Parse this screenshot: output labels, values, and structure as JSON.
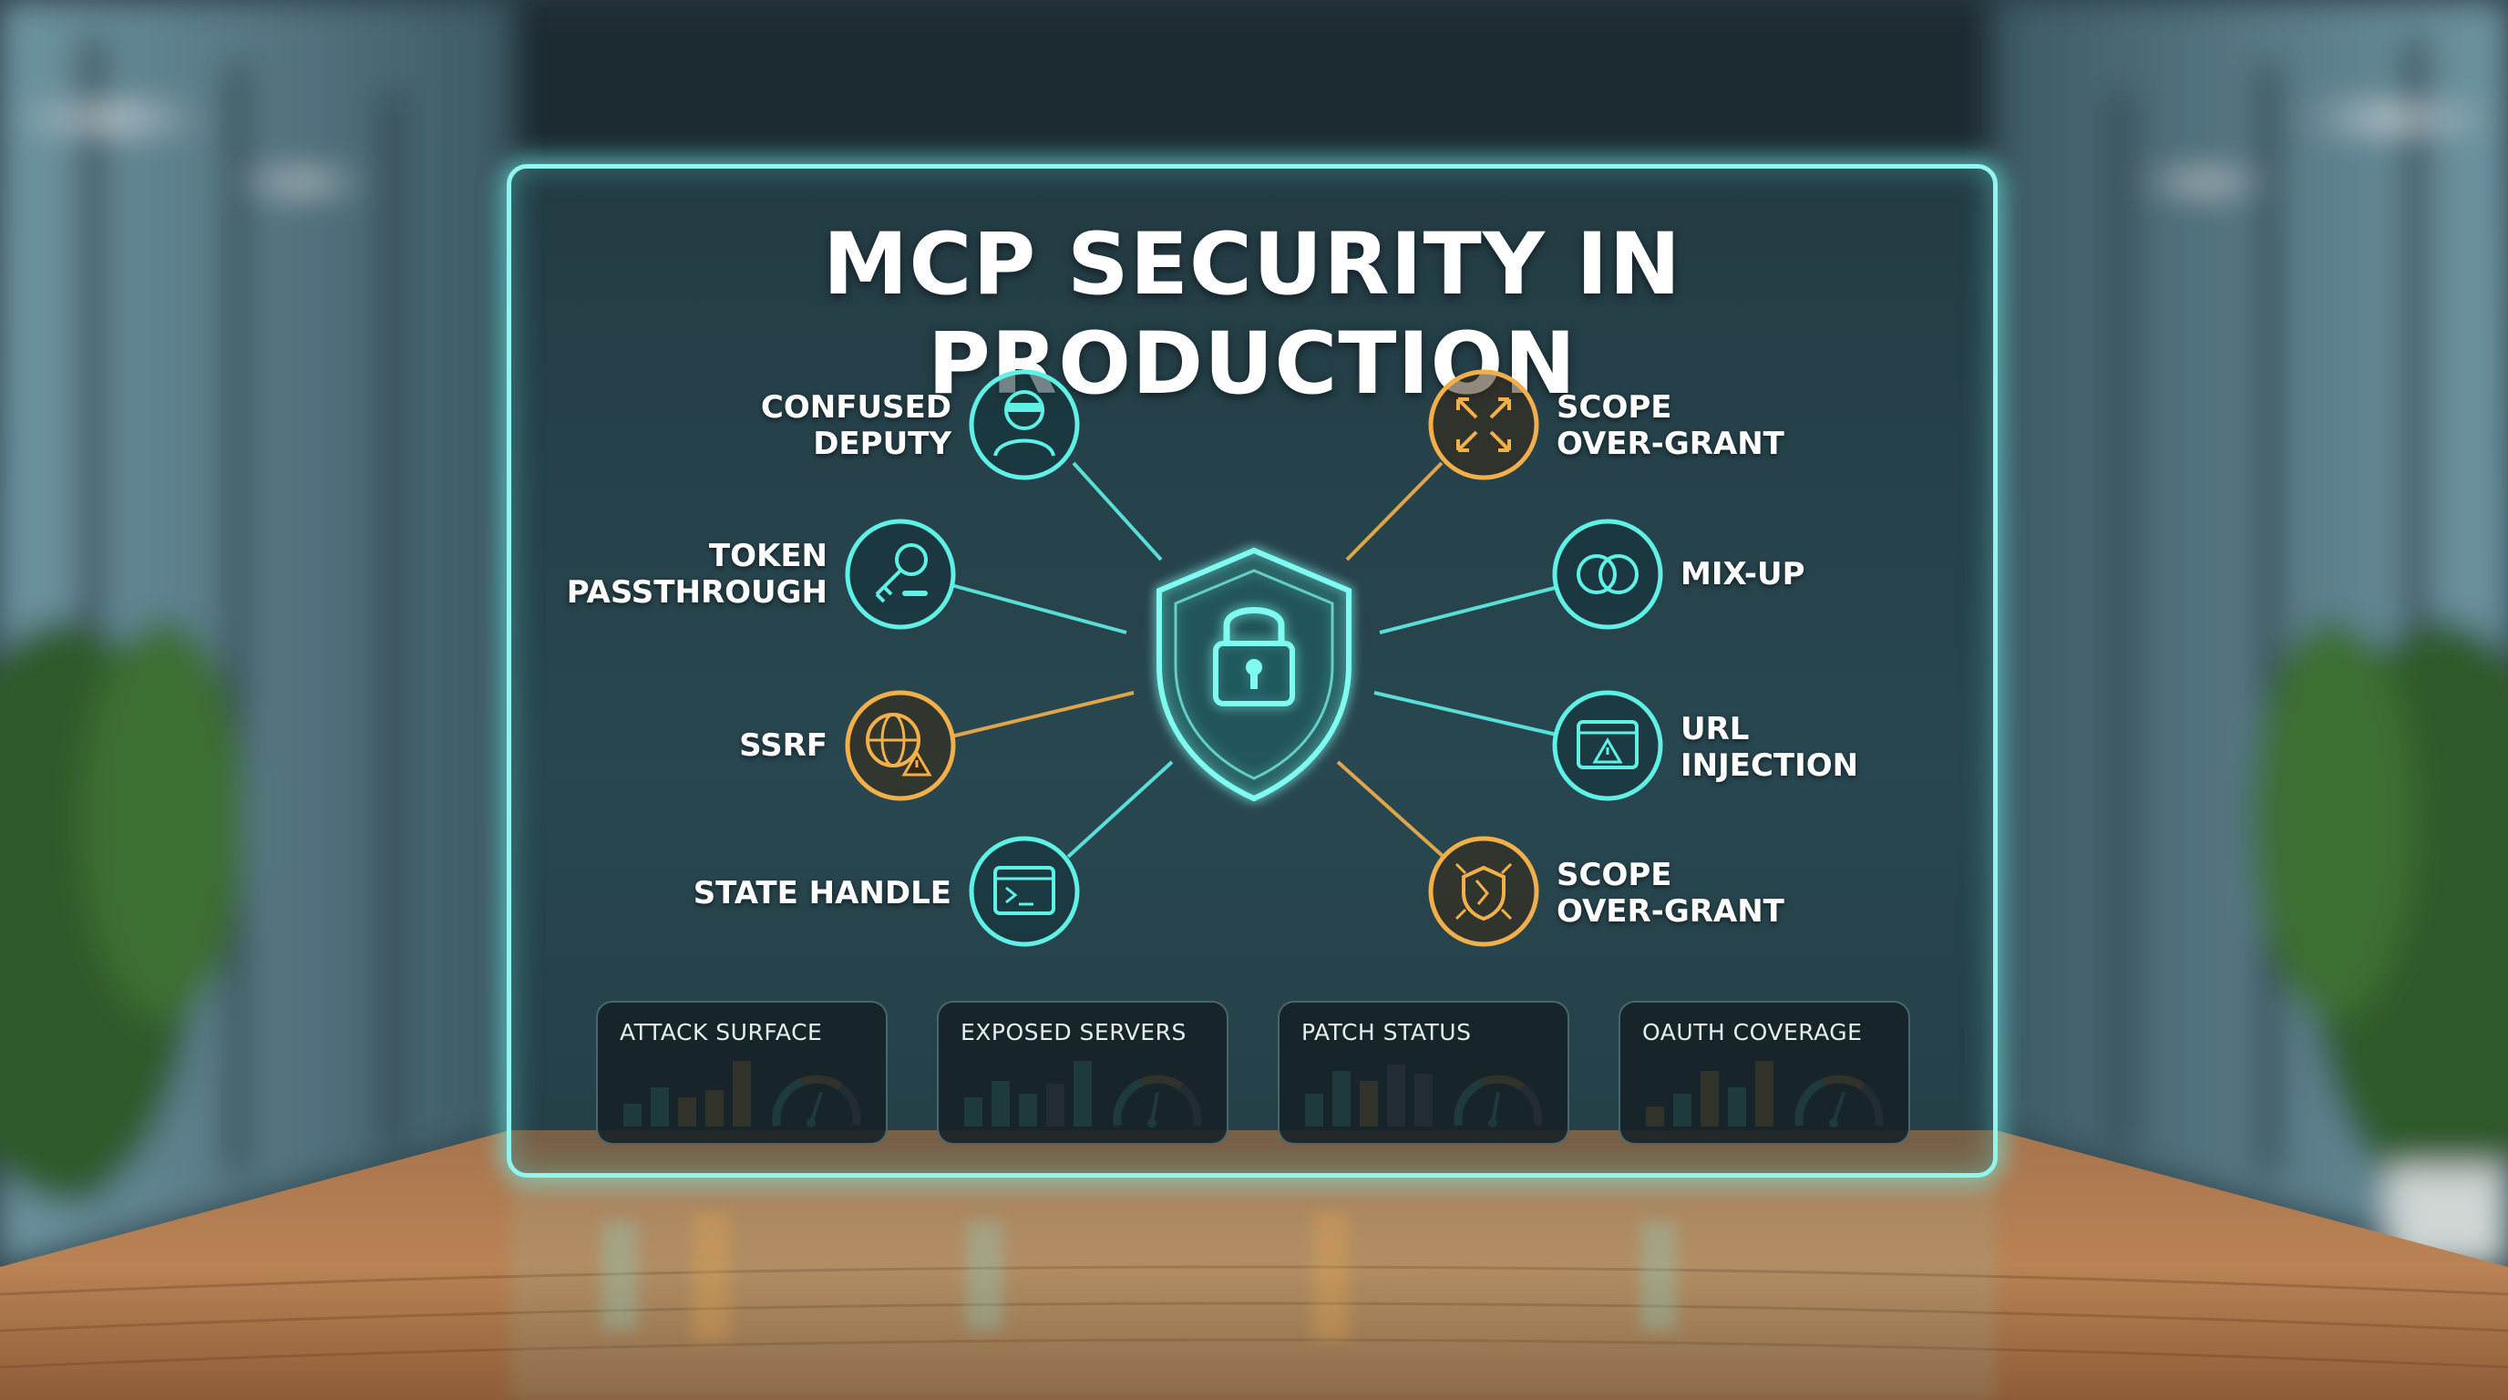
{
  "title": "MCP SECURITY IN PRODUCTION",
  "colors": {
    "cyan": "#5ff0e6",
    "orange": "#f3b04a",
    "panel_border": "#8ff7f0",
    "shield": "#7ffbf1"
  },
  "threats": {
    "confused_deputy": {
      "lines": [
        "CONFUSED",
        "DEPUTY"
      ],
      "icon": "masked-user-icon",
      "color": "cyan"
    },
    "token_passthrough": {
      "lines": [
        "TOKEN",
        "PASSTHROUGH"
      ],
      "icon": "key-icon",
      "color": "cyan"
    },
    "ssrf": {
      "lines": [
        "SSRF"
      ],
      "icon": "globe-warning-icon",
      "color": "orange"
    },
    "state_handle": {
      "lines": [
        "STATE HANDLE"
      ],
      "icon": "terminal-window-icon",
      "color": "cyan"
    },
    "scope_over_grant_top": {
      "lines": [
        "SCOPE",
        "OVER-GRANT"
      ],
      "icon": "expand-arrows-icon",
      "color": "orange"
    },
    "mix_up": {
      "lines": [
        "MIX-UP"
      ],
      "icon": "overlapping-circles-icon",
      "color": "cyan"
    },
    "url_injection": {
      "lines": [
        "URL",
        "INJECTION"
      ],
      "icon": "browser-warning-icon",
      "color": "cyan"
    },
    "scope_over_grant_bottom": {
      "lines": [
        "SCOPE",
        "OVER-GRANT"
      ],
      "icon": "broken-shield-arrows-icon",
      "color": "orange"
    }
  },
  "center_icon": "shield-lock-icon",
  "metrics": [
    {
      "title": "ATTACK SURFACE",
      "bars": [
        0.35,
        0.6,
        0.45,
        0.55,
        1.0
      ],
      "bar_colors": [
        "cyan",
        "cyan",
        "orange",
        "orange",
        "orange"
      ],
      "gauge": 0.55
    },
    {
      "title": "EXPOSED SERVERS",
      "bars": [
        0.45,
        0.7,
        0.5,
        0.65,
        1.0
      ],
      "bar_colors": [
        "cyan",
        "cyan",
        "cyan",
        "gray",
        "cyan"
      ],
      "gauge": 0.5
    },
    {
      "title": "PATCH STATUS",
      "bars": [
        0.5,
        0.85,
        0.7,
        0.95,
        0.8
      ],
      "bar_colors": [
        "cyan",
        "cyan",
        "orange",
        "gray",
        "gray"
      ],
      "gauge": 0.5
    },
    {
      "title": "OAUTH COVERAGE",
      "bars": [
        0.3,
        0.5,
        0.85,
        0.6,
        1.0
      ],
      "bar_colors": [
        "orange",
        "cyan",
        "orange",
        "cyan",
        "orange"
      ],
      "gauge": 0.55
    }
  ]
}
